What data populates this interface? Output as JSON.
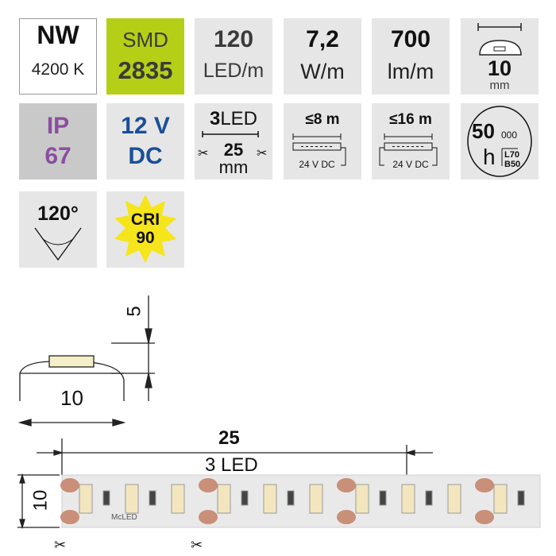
{
  "tiles": {
    "color": {
      "code": "NW",
      "temp": "4200 K"
    },
    "chip": {
      "label": "SMD",
      "value": "2835"
    },
    "density": {
      "value": "120",
      "unit": "LED/m"
    },
    "power": {
      "value": "7,2",
      "unit": "W/m"
    },
    "flux": {
      "value": "700",
      "unit": "lm/m"
    },
    "width": {
      "value": "10",
      "unit": "mm"
    },
    "ip": {
      "label": "IP",
      "value": "67"
    },
    "voltage": {
      "value": "12 V",
      "type": "DC"
    },
    "cut": {
      "leds": "3",
      "led_label": "LED",
      "length": "25",
      "unit": "mm"
    },
    "feed1": {
      "length": "≤8 m",
      "supply": "24 V DC"
    },
    "feed2": {
      "length": "≤16 m",
      "supply": "24 V DC"
    },
    "life": {
      "hours": "50",
      "thousands": "000",
      "unit": "h",
      "l": "L70",
      "b": "B50"
    },
    "angle": {
      "value": "120°"
    },
    "cri": {
      "label": "CRI",
      "value": "90"
    }
  },
  "profile": {
    "height": "5",
    "width": "10"
  },
  "strip": {
    "segment": "25",
    "segment_leds": "3 LED",
    "width": "10",
    "brand": "McLED"
  },
  "colors": {
    "smd": "#b5cf16",
    "ip": "#8a4fa0",
    "dc": "#1a4f9a",
    "star": "#f6e51b"
  }
}
